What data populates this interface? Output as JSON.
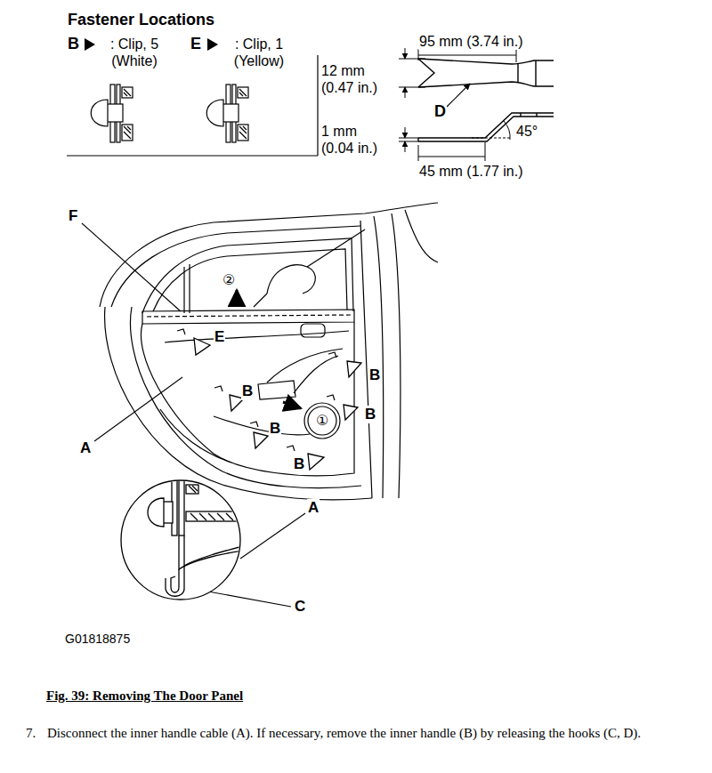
{
  "diagram": {
    "caption": "Fig. 39: Removing The Door Panel",
    "labels": [
      "Fastener Locations",
      "B",
      ": Clip, 5 (White)",
      "E",
      ": Clip, 1 (Yellow)",
      "95 mm (3.74 in.)",
      "12 mm (0.47 in.)",
      "1 mm (0.04 in.)",
      "D",
      "45°",
      "45 mm (1.77 in.)",
      "F",
      "②",
      "E",
      "B",
      "B",
      "B",
      "B",
      "B",
      "①",
      "A",
      "A",
      "C",
      "G01818875",
      "7.",
      "Disconnect the inner handle cable (A). If necessary, remove the inner handle (B) by releasing the hooks (C, D)."
    ]
  }
}
